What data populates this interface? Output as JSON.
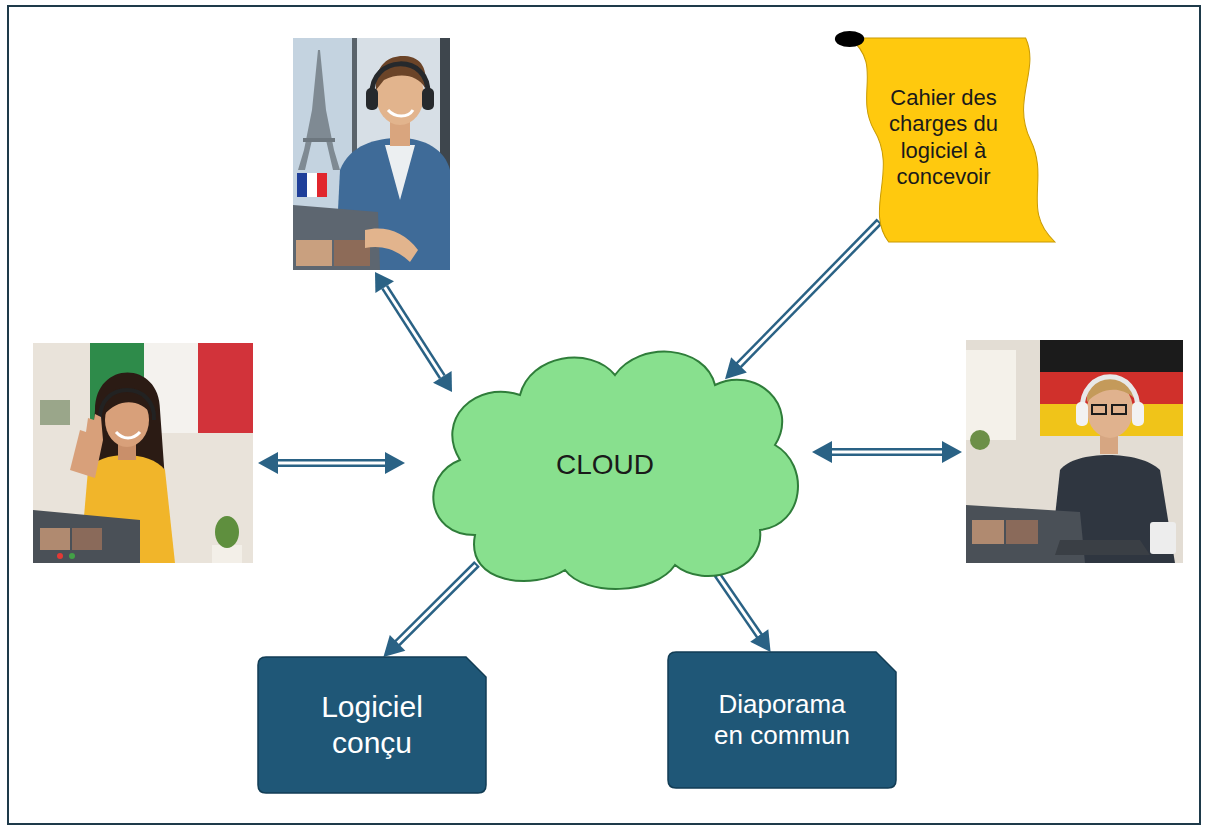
{
  "diagram": {
    "nodes": [
      {
        "text": [
          "Cahier des charges du logiciel à concevoir"
        ]
      },
      {
        "text": [
          "CLOUD"
        ]
      },
      {
        "text": [
          "Logiciel conçu"
        ]
      },
      {
        "text": [
          "Diaporama en commun"
        ]
      }
    ],
    "edges": [
      {
        "from": 0,
        "to": 1,
        "arrow": "to"
      },
      {
        "from": 1,
        "to": 2,
        "arrow": "to"
      },
      {
        "from": 1,
        "to": 3,
        "arrow": "to"
      }
    ]
  }
}
